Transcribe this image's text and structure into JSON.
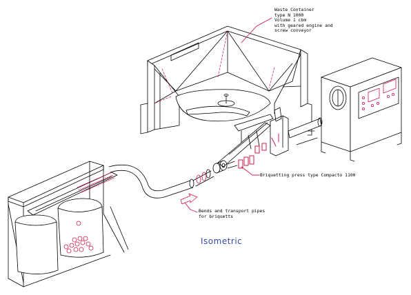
{
  "labels": {
    "waste_container": {
      "line1": "Waste Container",
      "line2": "type N 1000",
      "line3": "Volume 1 cbm",
      "line4": "with geared engine and",
      "line5": "screw conveyor"
    },
    "press": "Briquetting press type Compacto 1100",
    "pipes": {
      "line1": "Bends and transport pipes",
      "line2": "for briquetts"
    },
    "view": "Isometric"
  },
  "colors": {
    "line": "#000000",
    "accent": "#d01848",
    "view_label": "#3848a8"
  }
}
